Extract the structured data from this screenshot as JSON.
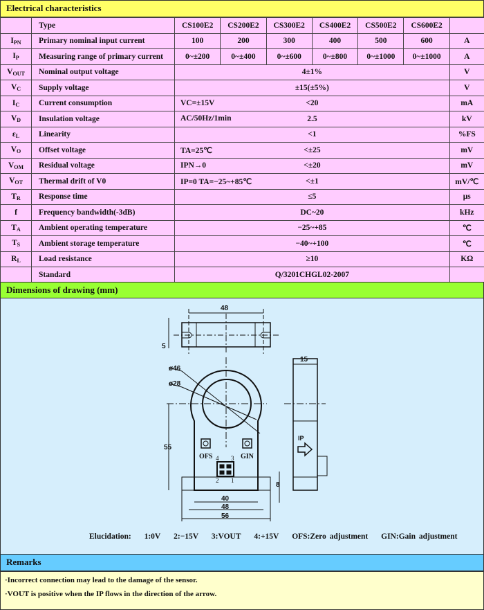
{
  "electrical": {
    "title": "Electrical characteristics",
    "models": [
      "CS100E2",
      "CS200E2",
      "CS300E2",
      "CS400E2",
      "CS500E2",
      "CS600E2"
    ],
    "type_label": "Type",
    "rows": [
      {
        "sym": "I",
        "sub": "PN",
        "param": "Primary nominal input current",
        "values": [
          "100",
          "200",
          "300",
          "400",
          "500",
          "600"
        ],
        "unit": "A"
      },
      {
        "sym": "I",
        "sub": "P",
        "param": "Measuring range of primary current",
        "values": [
          "0~±200",
          "0~±400",
          "0~±600",
          "0~±800",
          "0~±1000",
          "0~±1000"
        ],
        "unit": "A"
      },
      {
        "sym": "V",
        "sub": "OUT",
        "param": "Nominal output voltage",
        "value": "4±1%",
        "unit": "V"
      },
      {
        "sym": "V",
        "sub": "C",
        "param": "Supply voltage",
        "value": "±15(±5%)",
        "unit": "V"
      },
      {
        "sym": "I",
        "sub": "C",
        "param": "Current consumption",
        "cond": "VC=±15V",
        "value": "<20",
        "unit": "mA"
      },
      {
        "sym": "V",
        "sub": "D",
        "param": "Insulation voltage",
        "cond": "AC/50Hz/1min",
        "value": "2.5",
        "unit": "kV"
      },
      {
        "sym": "ε",
        "sub": "L",
        "param": "Linearity",
        "value": "<1",
        "unit": "%FS"
      },
      {
        "sym": "V",
        "sub": "O",
        "param": "Offset voltage",
        "cond": "TA=25℃",
        "value": "<±25",
        "unit": "mV"
      },
      {
        "sym": "V",
        "sub": "OM",
        "param": "Residual voltage",
        "cond": "IPN→0",
        "value": "<±20",
        "unit": "mV"
      },
      {
        "sym": "V",
        "sub": "OT",
        "param": "Thermal drift of V0",
        "cond": "IP=0    TA=−25~+85℃",
        "value": "<±1",
        "unit": "mV/℃"
      },
      {
        "sym": "T",
        "sub": "R",
        "param": "Response time",
        "value": "≤5",
        "unit": "μs"
      },
      {
        "sym": "f",
        "sub": "",
        "param": "Frequency bandwidth(-3dB)",
        "value": "DC~20",
        "unit": "kHz"
      },
      {
        "sym": "T",
        "sub": "A",
        "param": "Ambient operating temperature",
        "value": "−25~+85",
        "unit": "℃"
      },
      {
        "sym": "T",
        "sub": "S",
        "param": "Ambient storage temperature",
        "value": "−40~+100",
        "unit": "℃"
      },
      {
        "sym": "R",
        "sub": "L",
        "param": "Load resistance",
        "value": "≥10",
        "unit": "KΩ"
      },
      {
        "sym": "",
        "sub": "",
        "param": "Standard",
        "value": "Q/3201CHGL02-2007",
        "unit": ""
      }
    ]
  },
  "drawing": {
    "title": "Dimensions of drawing (mm)",
    "dims": {
      "top_width": "48",
      "top_height": "5",
      "outer_dia": "ø46",
      "inner_dia": "ø28",
      "height": "55",
      "foot": "8",
      "w40": "40",
      "w48": "48",
      "w56": "56",
      "side_width": "15"
    },
    "labels": {
      "ofs": "OFS",
      "gin": "GIN",
      "ip": "IP",
      "p1": "1",
      "p2": "2",
      "p3": "3",
      "p4": "4"
    },
    "elucidation": [
      "Elucidation:",
      "1:0V",
      "2:−15V",
      "3:VOUT",
      "4:+15V",
      "OFS:Zero adjustment",
      "GIN:Gain adjustment"
    ]
  },
  "remarks": {
    "title": "Remarks",
    "items": [
      "·Incorrect connection may lead to the damage of the sensor.",
      "·VOUT is positive when the IP flows in the direction of the arrow."
    ]
  }
}
